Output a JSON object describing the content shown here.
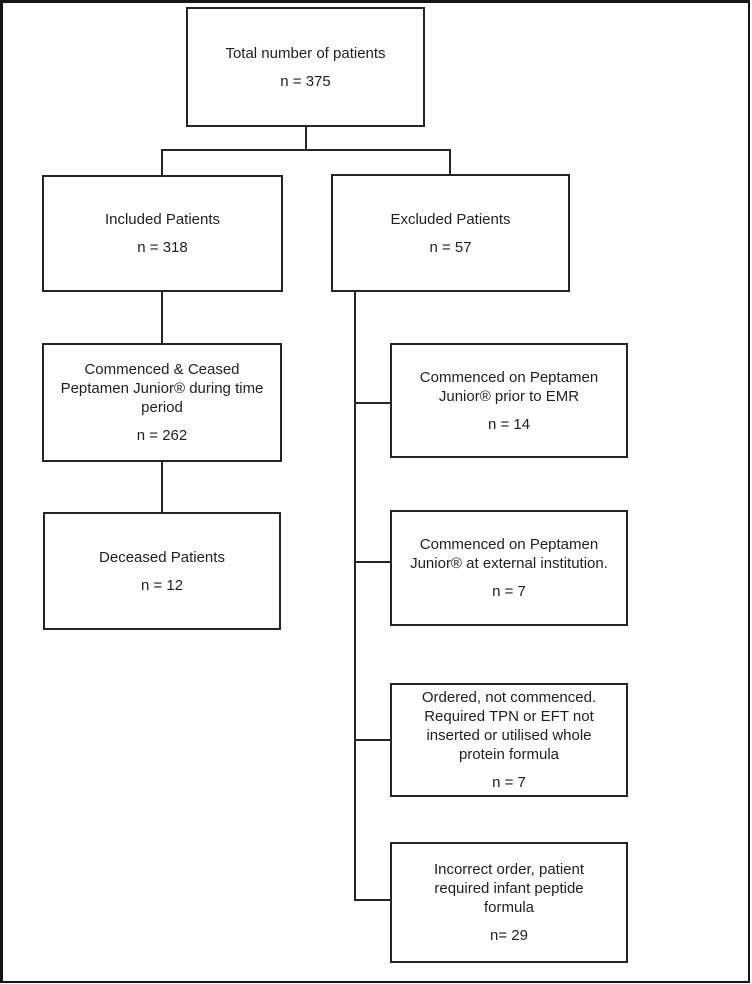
{
  "colors": {
    "background": "#ffffff",
    "line": "#262424",
    "text": "#1f1f1f"
  },
  "nodes": {
    "total": {
      "label": "Total number of patients",
      "count": "n = 375"
    },
    "included": {
      "label": "Included Patients",
      "count": "n = 318"
    },
    "excluded": {
      "label": "Excluded Patients",
      "count": "n = 57"
    },
    "commenced_ceased": {
      "label": "Commenced & Ceased\nPeptamen Junior® during time\nperiod",
      "count": "n = 262"
    },
    "deceased": {
      "label": "Deceased Patients",
      "count": "n = 12"
    },
    "prior_emr": {
      "label": "Commenced on Peptamen\nJunior® prior to  EMR",
      "count": "n = 14"
    },
    "external_institution": {
      "label": "Commenced on Peptamen\nJunior® at external institution.",
      "count": "n = 7"
    },
    "ordered_not_commenced": {
      "label": "Ordered, not commenced.\nRequired TPN  or EFT not\ninserted or utilised whole\nprotein formula",
      "count": "n = 7"
    },
    "incorrect_order": {
      "label": "Incorrect order, patient\nrequired infant peptide\nformula",
      "count": "n= 29"
    }
  }
}
